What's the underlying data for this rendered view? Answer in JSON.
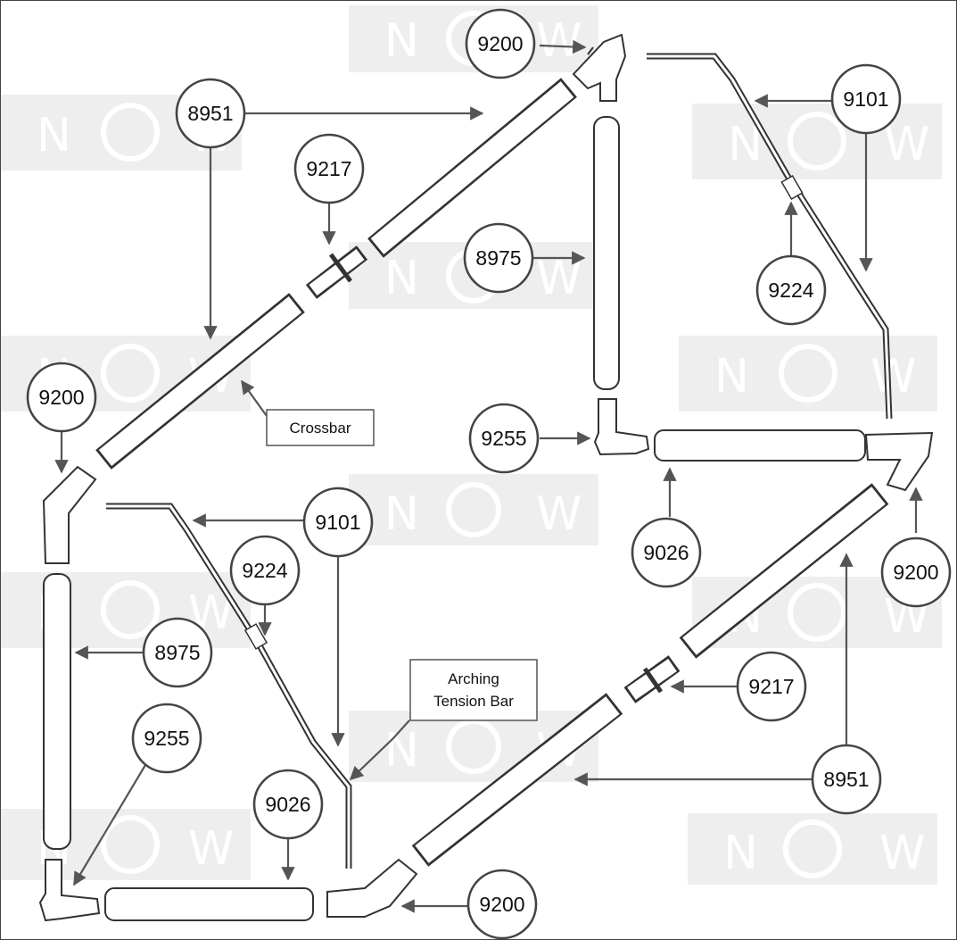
{
  "watermark": {
    "left": "N",
    "right": "W"
  },
  "callouts": [
    {
      "id": "c-9200-top",
      "label": "9200"
    },
    {
      "id": "c-8951-top",
      "label": "8951"
    },
    {
      "id": "c-9217-top",
      "label": "9217"
    },
    {
      "id": "c-8975-top",
      "label": "8975"
    },
    {
      "id": "c-9101-top",
      "label": "9101"
    },
    {
      "id": "c-9224-top",
      "label": "9224"
    },
    {
      "id": "c-9200-left",
      "label": "9200"
    },
    {
      "id": "c-9255-mid",
      "label": "9255"
    },
    {
      "id": "c-9026-mid",
      "label": "9026"
    },
    {
      "id": "c-9200-right",
      "label": "9200"
    },
    {
      "id": "c-9101-bot",
      "label": "9101"
    },
    {
      "id": "c-9224-bot",
      "label": "9224"
    },
    {
      "id": "c-8975-bot",
      "label": "8975"
    },
    {
      "id": "c-9217-bot",
      "label": "9217"
    },
    {
      "id": "c-9255-bot",
      "label": "9255"
    },
    {
      "id": "c-8951-bot",
      "label": "8951"
    },
    {
      "id": "c-9026-bot",
      "label": "9026"
    },
    {
      "id": "c-9200-bot",
      "label": "9200"
    }
  ],
  "labels": {
    "crossbar": "Crossbar",
    "arching_line1": "Arching",
    "arching_line2": "Tension Bar"
  }
}
